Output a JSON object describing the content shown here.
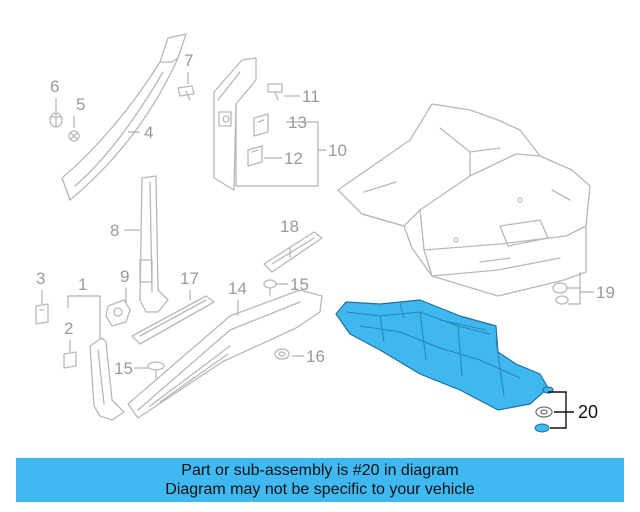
{
  "callouts": {
    "c1": "1",
    "c2": "2",
    "c3": "3",
    "c4": "4",
    "c5": "5",
    "c6": "6",
    "c7": "7",
    "c8": "8",
    "c9": "9",
    "c10": "10",
    "c11": "11",
    "c12": "12",
    "c13": "13",
    "c14": "14",
    "c15a": "15",
    "c15b": "15",
    "c16": "16",
    "c17": "17",
    "c18": "18",
    "c19": "19",
    "c20": "20"
  },
  "banner": {
    "line1": "Part or sub-assembly is #20 in diagram",
    "line2": "Diagram may not be specific to your vehicle"
  },
  "colors": {
    "highlight": "#3fb8ef",
    "banner_bg": "#40b9f2",
    "line_art": "#b8b8b8"
  }
}
